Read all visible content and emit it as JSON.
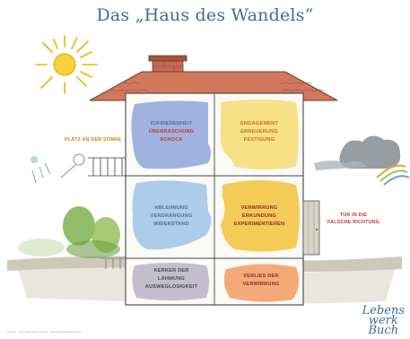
{
  "title": "Das „Haus des Wandels“",
  "rooms": {
    "top_left": [
      "ZUFRIEDENHEIT",
      "ÜBERRASCHUNG",
      "SCHOCK"
    ],
    "top_right": [
      "ENGAGEMENT",
      "ERNEUERUNG",
      "FESTIGUNG"
    ],
    "mid_left": [
      "ABLEHNUNG",
      "VERDRÄNGUNG",
      "WIDERSTAND"
    ],
    "mid_right": [
      "VERWIRRUNG",
      "ERKUNDUNG",
      "EXPERIMENTIEREN"
    ],
    "cellar_left": [
      "KERKER DER",
      "LÄHMUNG",
      "AUSWEGLOSIGKEIT"
    ],
    "cellar_right": [
      "VERLIES DER",
      "VERWIRRUNG"
    ]
  },
  "side_labels": {
    "left": "PLATZ AN DER SONNE",
    "right": [
      "TÜR IN DIE",
      "FALSCHE RICHTUNG"
    ]
  },
  "brand": [
    "Lebens",
    "werk",
    "Buch"
  ],
  "footer": "© 2021 – IFB Lebenswerk GmbH – www.lebenswerkbuch.com",
  "colors": {
    "title": "#3f6b93",
    "room_top_left": "#8fa6dc",
    "room_top_right": "#f4dc72",
    "room_mid_left": "#9ec3e6",
    "room_mid_right": "#f3c23c",
    "cellar_left": "#b7b3c6",
    "cellar_right": "#f39a62",
    "roof": "#c8664a"
  }
}
